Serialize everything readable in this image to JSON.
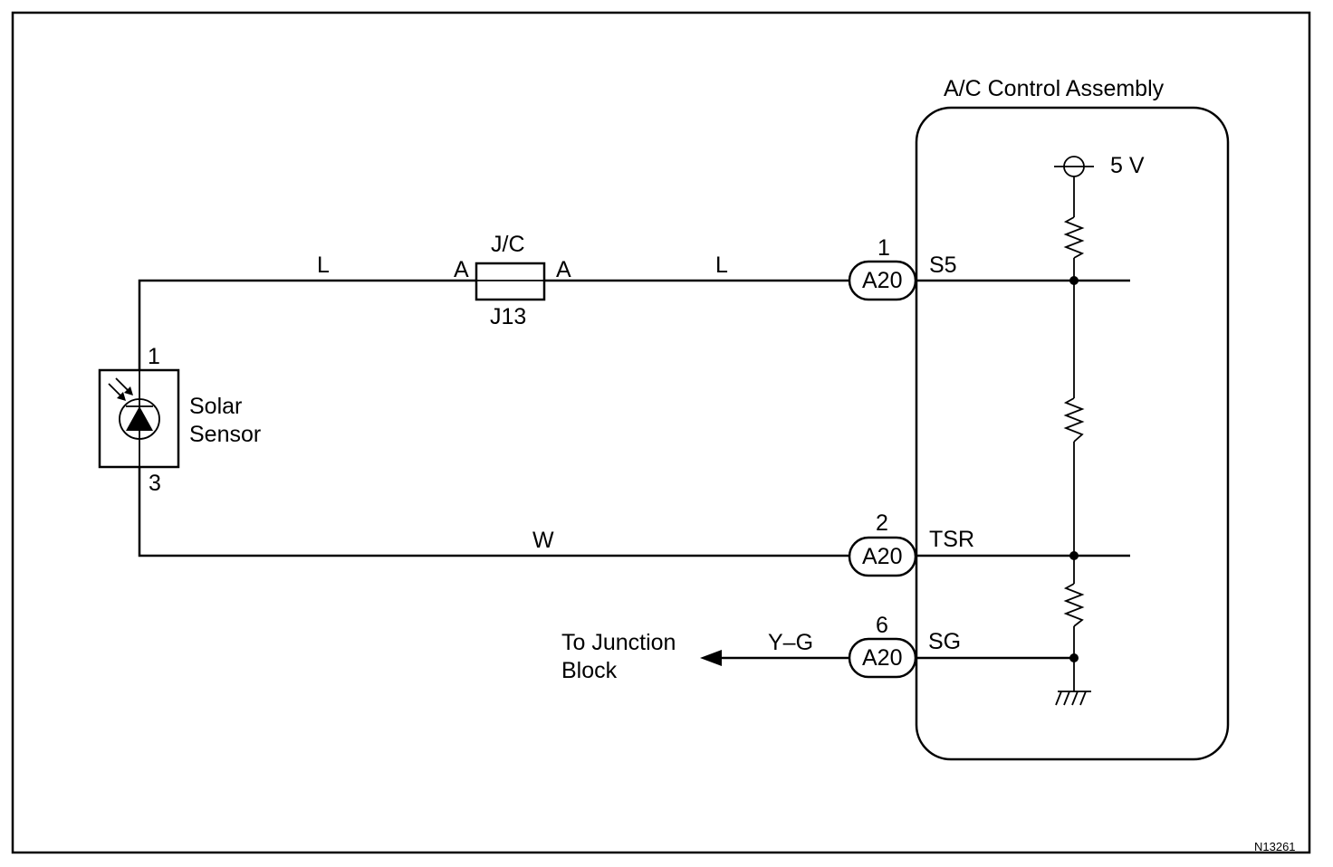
{
  "assembly": {
    "title": "A/C Control Assembly",
    "supply": "5 V"
  },
  "sensor": {
    "name_line1": "Solar",
    "name_line2": "Sensor",
    "pin_top": "1",
    "pin_bottom": "3"
  },
  "junction": {
    "top_label": "J/C",
    "bottom_label": "J13",
    "left_pin": "A",
    "right_pin": "A"
  },
  "wires": {
    "l_left": "L",
    "l_right": "L",
    "w": "W",
    "yg": "Y–G"
  },
  "connectors": [
    {
      "label": "A20",
      "pin": "1",
      "terminal": "S5"
    },
    {
      "label": "A20",
      "pin": "2",
      "terminal": "TSR"
    },
    {
      "label": "A20",
      "pin": "6",
      "terminal": "SG"
    }
  ],
  "destination": {
    "line1": "To Junction",
    "line2": "Block"
  },
  "figure_id": "N13261"
}
